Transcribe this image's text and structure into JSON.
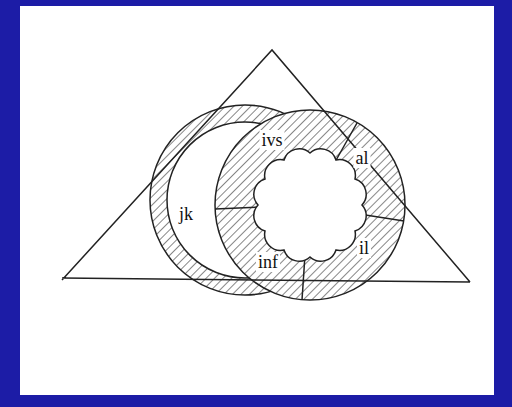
{
  "diagram": {
    "labels": [
      "jk",
      "ivs",
      "al",
      "il",
      "inf"
    ]
  }
}
